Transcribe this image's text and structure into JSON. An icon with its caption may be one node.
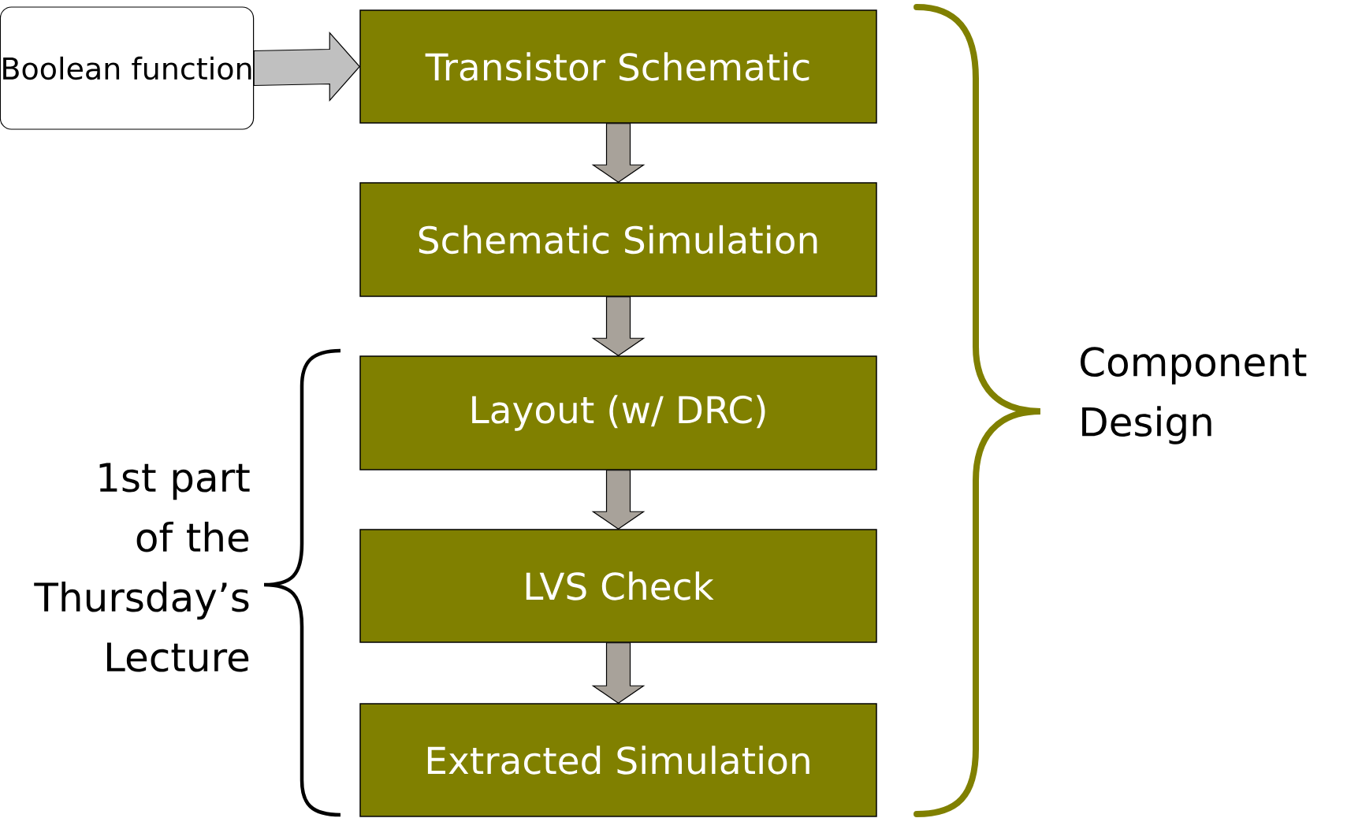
{
  "diagram": {
    "nodes": [
      {
        "text": [
          "Boolean function"
        ]
      },
      {
        "text": [
          "Transistor Schematic"
        ]
      },
      {
        "text": [
          "Schematic Simulation"
        ]
      },
      {
        "text": [
          "Layout (w/ DRC)"
        ]
      },
      {
        "text": [
          "LVS Check"
        ]
      },
      {
        "text": [
          "Extracted Simulation"
        ]
      }
    ],
    "edges": [
      {
        "from": 0,
        "to": 1,
        "arrow": "to",
        "color": "#c0c0c0"
      },
      {
        "from": 1,
        "to": 2,
        "arrow": "to"
      },
      {
        "from": 2,
        "to": 3,
        "arrow": "to"
      },
      {
        "from": 3,
        "to": 4,
        "arrow": "to"
      },
      {
        "from": 4,
        "to": 5,
        "arrow": "to"
      }
    ],
    "labels": [
      "1st part of the Thursday’s Lecture",
      "Component Design"
    ]
  }
}
